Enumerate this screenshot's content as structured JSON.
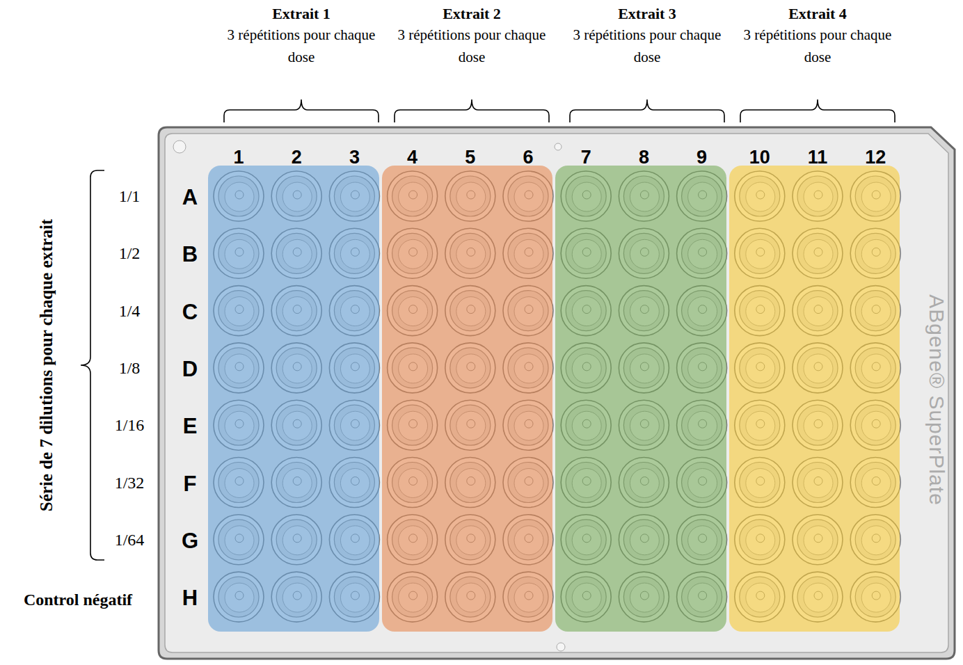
{
  "diagram": {
    "nodes": [
      {
        "text": [
          "Extrait 1",
          "3 répétitions pour chaque dose"
        ]
      },
      {
        "text": [
          "Extrait 2",
          "3 répétitions pour chaque dose"
        ]
      },
      {
        "text": [
          "Extrait 3",
          "3 répétitions pour chaque dose"
        ]
      },
      {
        "text": [
          "Extrait 4",
          "3 répétitions pour chaque dose"
        ]
      }
    ],
    "labels": [
      "1",
      "2",
      "3",
      "4",
      "5",
      "6",
      "7",
      "8",
      "9",
      "10",
      "11",
      "12",
      "Série de 7 dilutions pour chaque extrait",
      "1/1",
      "1/2",
      "1/4",
      "1/8",
      "1/16",
      "1/32",
      "1/64",
      "Control négatif",
      "A",
      "B",
      "C",
      "D",
      "E",
      "F",
      "G",
      "H",
      "ABgene® SuperPlate"
    ]
  }
}
